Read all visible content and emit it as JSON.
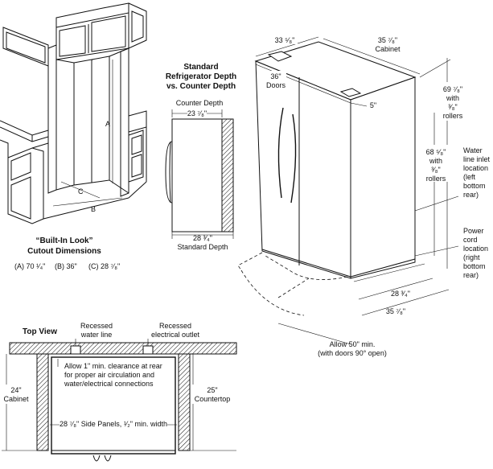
{
  "builtin": {
    "label_a": "A",
    "label_b": "B",
    "label_c": "C",
    "title_line1": "“Built-In Look”",
    "title_line2": "Cutout Dimensions",
    "dims_a": "(A) 70 ¹⁄₄\"",
    "dims_b": "(B) 36\"",
    "dims_c": "(C) 28 ⁷⁄₈\""
  },
  "depth_compare": {
    "title_line1": "Standard",
    "title_line2": "Refrigerator Depth",
    "title_line3": "vs. Counter Depth",
    "counter_label": "Counter Depth",
    "counter_value": "23 ⁷⁄₈\"",
    "standard_value": "28 ³⁄₄\"",
    "standard_label": "Standard Depth"
  },
  "fridge": {
    "top_width": "33 ⁵⁄₈\"",
    "cabinet_width": "35 ⁷⁄₈\"",
    "cabinet_label": "Cabinet",
    "doors_value": "36\"",
    "doors_label": "Doors",
    "hinge_offset": "5\"",
    "height_rollers_value": "69 ⁷⁄₈\"",
    "height_rollers_l1": "with",
    "height_rollers_l2": "³⁄₈\"",
    "height_rollers_l3": "rollers",
    "case_height_value": "68 ⁵⁄₈\"",
    "case_height_l1": "with",
    "case_height_l2": "³⁄₈\"",
    "case_height_l3": "rollers",
    "water_l1": "Water",
    "water_l2": "line inlet",
    "water_l3": "location",
    "water_l4": "(left",
    "water_l5": "bottom",
    "water_l6": "rear)",
    "power_l1": "Power",
    "power_l2": "cord",
    "power_l3": "location",
    "power_l4": "(right",
    "power_l5": "bottom",
    "power_l6": "rear)",
    "depth_value": "28 ³⁄₄\"",
    "width_bottom": "35 ⁷⁄₈\"",
    "allow_l1": "Allow 50\" min.",
    "allow_l2": "(with doors 90° open)"
  },
  "topview": {
    "title": "Top View",
    "recess_water_l1": "Recessed",
    "recess_water_l2": "water line",
    "recess_elec_l1": "Recessed",
    "recess_elec_l2": "electrical outlet",
    "note_l1": "Allow 1\" min. clearance at rear",
    "note_l2": "for proper air circulation and",
    "note_l3": "water/electrical connections",
    "cabinet_value": "24\"",
    "cabinet_label": "Cabinet",
    "counter_value": "25\"",
    "counter_label": "Countertop",
    "side_panels": "28 ⁷⁄₈\" Side Panels, ¹⁄₂\" min. width"
  }
}
